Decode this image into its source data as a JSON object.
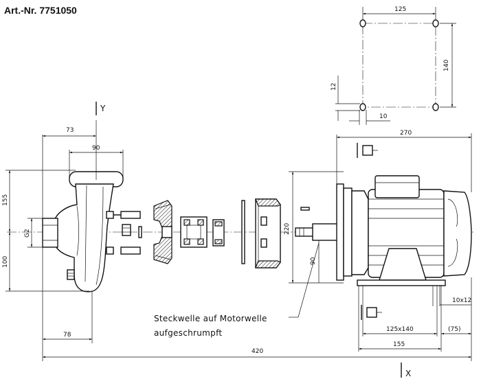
{
  "title": "Art.-Nr. 7751050",
  "axes": {
    "y": "Y",
    "x": "X"
  },
  "dimensions": {
    "d73": "73",
    "d90_top": "90",
    "d155_left": "155",
    "dG2": "G2",
    "d100": "100",
    "d78": "78",
    "d420": "420",
    "d270": "270",
    "d220": "220",
    "d90_shaft": "90",
    "d125x140": "125x140",
    "d155_bottom": "155",
    "d75": "(75)",
    "d10x12": "10x12",
    "d125_top": "125",
    "d140": "140",
    "d12": "12",
    "d10": "10"
  },
  "callout": {
    "line1": "Steckwelle auf Motorwelle",
    "line2": "aufgeschrumpft"
  }
}
